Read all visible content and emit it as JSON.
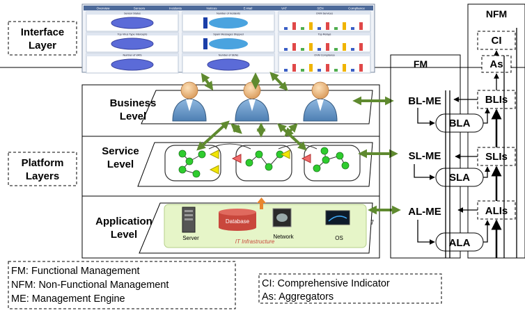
{
  "layers": {
    "interface": [
      "Interface",
      "Layer"
    ],
    "platform": [
      "Platform",
      "Layers"
    ]
  },
  "levels": {
    "business": [
      "Business",
      "Level"
    ],
    "service": [
      "Service",
      "Level"
    ],
    "application": [
      "Application",
      "Level"
    ]
  },
  "columns": {
    "fm": "FM",
    "nfm": "NFM"
  },
  "fm_nodes": {
    "bl_me": "BL-ME",
    "sl_me": "SL-ME",
    "al_me": "AL-ME"
  },
  "nfm_nodes": {
    "ci": "CI",
    "as": "As",
    "blis": "BLIs",
    "slis": "SLIs",
    "alis": "ALIs",
    "bla": "BLA",
    "sla": "SLA",
    "ala": "ALA"
  },
  "dashboard": {
    "tabs": [
      "Overview",
      "Sensors",
      "Incidents",
      "Notices",
      "E-Mail",
      "VAT",
      "SEN",
      "Compliance"
    ],
    "panels": [
      "Sensor Status",
      "Number of Incidents",
      "OVM Services",
      "Top Virus Type Intercepts",
      "Spam Messages Stopped",
      "Top Relays",
      "Number of VATs",
      "Number of SENs",
      "OVM Compliance"
    ]
  },
  "infrastructure": {
    "title": "IT Infrastructure",
    "items": [
      "Server",
      "Database",
      "Network",
      "OS"
    ]
  },
  "legend_left": [
    "FM: Functional Management",
    "NFM: Non-Functional Management",
    "ME: Management Engine"
  ],
  "legend_right": [
    "CI: Comprehensive Indicator",
    "As: Aggregators"
  ],
  "colors": {
    "arrow_green": "#5f8a2f",
    "node_green": "#2ecc2e",
    "triangle_yellow": "#f2e600",
    "triangle_red": "#f06a6a",
    "person_blue": "#6f9fcf",
    "person_skin": "#f5c28a",
    "infra_fill": "#e6f5c8",
    "db_red": "#c9473c"
  }
}
